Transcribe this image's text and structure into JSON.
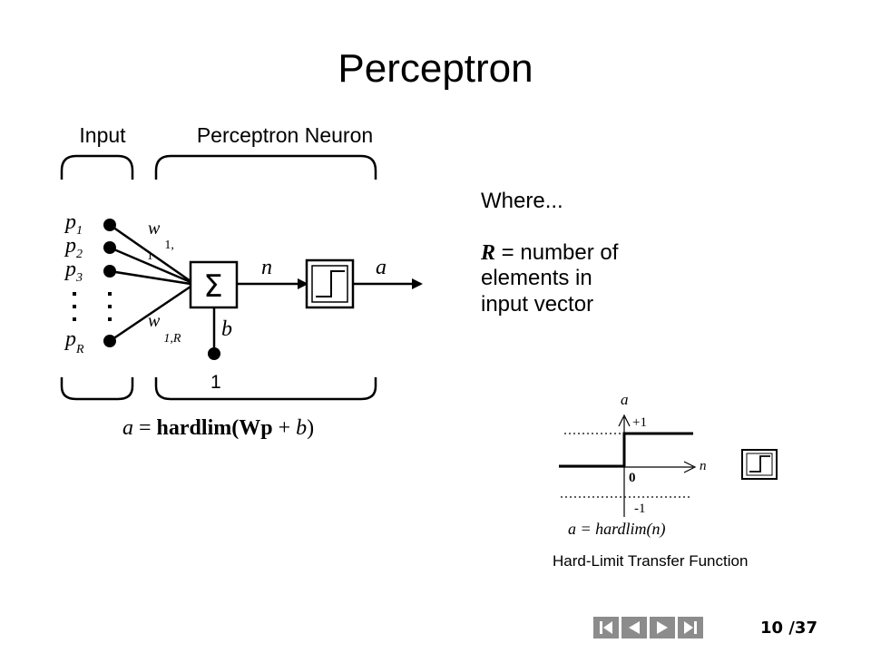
{
  "slide": {
    "title": "Perceptron",
    "page_current": "10",
    "page_total": "/37"
  },
  "diagram": {
    "input_label": "Input",
    "neuron_label": "Perceptron Neuron",
    "inputs": [
      "p",
      "p",
      "p",
      "p"
    ],
    "input_subscripts": [
      "1",
      "2",
      "3",
      "R"
    ],
    "weight_first": "w",
    "weight_first_sub": "1,",
    "weight_first_sub2": "1",
    "weight_last": "w",
    "weight_last_sub": "1,R",
    "sum_symbol": "Σ",
    "n_label": "n",
    "a_label": "a",
    "bias_label": "b",
    "bias_input": "1",
    "equation_lhs": "a",
    "equation_eq": " = ",
    "equation_func": "hardlim",
    "equation_args": "(Wp",
    "equation_plus": " + ",
    "equation_b": "b",
    "equation_close": ")"
  },
  "where": {
    "heading": "Where...",
    "r_symbol": "R",
    "line1": " = number of",
    "line2": "elements in",
    "line3": "input vector"
  },
  "transfer": {
    "axis_a": "a",
    "plus_one": "+1",
    "zero": "0",
    "minus_one": "-1",
    "axis_n": "n",
    "formula": "a = hardlim(n)",
    "caption": "Hard-Limit Transfer Function"
  },
  "nav": {
    "icons": [
      "first-page-icon",
      "previous-page-icon",
      "next-page-icon",
      "last-page-icon"
    ]
  }
}
